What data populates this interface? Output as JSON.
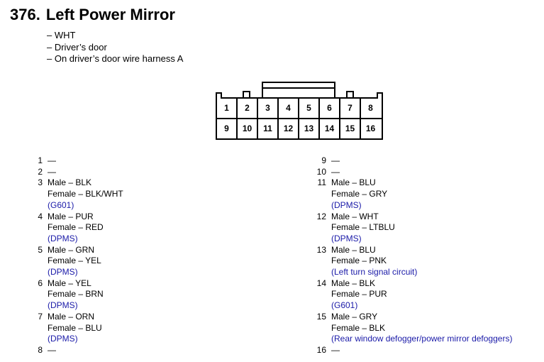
{
  "heading": {
    "number": "376.",
    "title": "Left Power Mirror"
  },
  "info": [
    "– WHT",
    "– Driver’s door",
    "– On driver’s door wire harness A"
  ],
  "connector": {
    "top_row": [
      "1",
      "2",
      "3",
      "4",
      "5",
      "6",
      "7",
      "8"
    ],
    "bottom_row": [
      "9",
      "10",
      "11",
      "12",
      "13",
      "14",
      "15",
      "16"
    ]
  },
  "left_pins": [
    {
      "num": "1",
      "lines": [
        "—"
      ],
      "note": ""
    },
    {
      "num": "2",
      "lines": [
        "—"
      ],
      "note": ""
    },
    {
      "num": "3",
      "lines": [
        "Male – BLK",
        "Female – BLK/WHT"
      ],
      "note": "(G601)"
    },
    {
      "num": "4",
      "lines": [
        "Male – PUR",
        "Female – RED"
      ],
      "note": "(DPMS)"
    },
    {
      "num": "5",
      "lines": [
        "Male – GRN",
        "Female – YEL"
      ],
      "note": "(DPMS)"
    },
    {
      "num": "6",
      "lines": [
        "Male – YEL",
        "Female – BRN"
      ],
      "note": "(DPMS)"
    },
    {
      "num": "7",
      "lines": [
        "Male – ORN",
        "Female – BLU"
      ],
      "note": "(DPMS)"
    },
    {
      "num": "8",
      "lines": [
        "—"
      ],
      "note": ""
    }
  ],
  "right_pins": [
    {
      "num": "9",
      "lines": [
        "—"
      ],
      "note": ""
    },
    {
      "num": "10",
      "lines": [
        "—"
      ],
      "note": ""
    },
    {
      "num": "11",
      "lines": [
        "Male – BLU",
        "Female – GRY"
      ],
      "note": "(DPMS)"
    },
    {
      "num": "12",
      "lines": [
        "Male – WHT",
        "Female – LTBLU"
      ],
      "note": "(DPMS)"
    },
    {
      "num": "13",
      "lines": [
        "Male – BLU",
        "Female – PNK"
      ],
      "note": "(Left turn signal circuit)"
    },
    {
      "num": "14",
      "lines": [
        "Male – BLK",
        "Female – PUR"
      ],
      "note": "(G601)"
    },
    {
      "num": "15",
      "lines": [
        "Male – GRY",
        "Female – BLK"
      ],
      "note": "(Rear window defogger/power mirror defoggers)"
    },
    {
      "num": "16",
      "lines": [
        "—"
      ],
      "note": ""
    }
  ]
}
